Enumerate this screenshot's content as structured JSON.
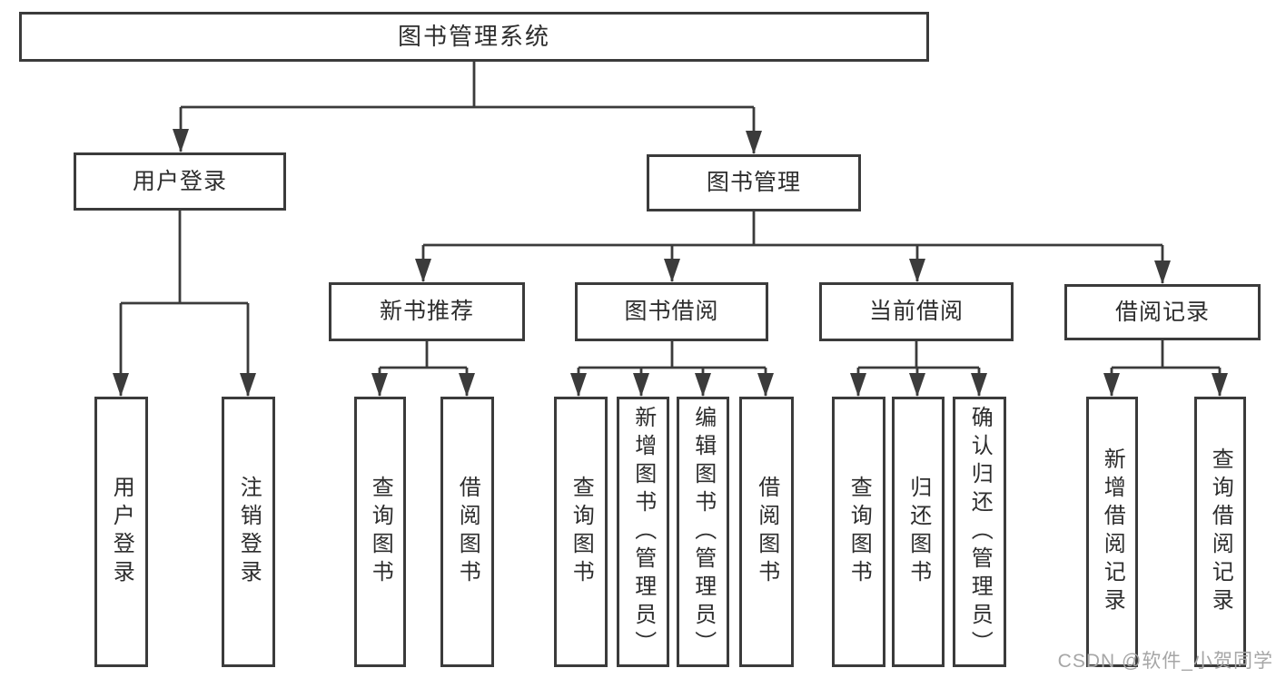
{
  "diagram": {
    "root": {
      "label": "图书管理系统",
      "children": [
        {
          "label": "用户登录",
          "children": [
            {
              "label": "用户登录"
            },
            {
              "label": "注销登录"
            }
          ]
        },
        {
          "label": "图书管理",
          "children": [
            {
              "label": "新书推荐",
              "children": [
                {
                  "label": "查询图书"
                },
                {
                  "label": "借阅图书"
                }
              ]
            },
            {
              "label": "图书借阅",
              "children": [
                {
                  "label": "查询图书"
                },
                {
                  "label": "新增图书（管理员）"
                },
                {
                  "label": "编辑图书（管理员）"
                },
                {
                  "label": "借阅图书"
                }
              ]
            },
            {
              "label": "当前借阅",
              "children": [
                {
                  "label": "查询图书"
                },
                {
                  "label": "归还图书"
                },
                {
                  "label": "确认归还（管理员）"
                }
              ]
            },
            {
              "label": "借阅记录",
              "children": [
                {
                  "label": "新增借阅记录"
                },
                {
                  "label": "查询借阅记录"
                }
              ]
            }
          ]
        }
      ]
    }
  },
  "watermark": {
    "text": "CSDN @软件_小贺同学"
  },
  "colors": {
    "line": "#3b3b3b",
    "text": "#2d2d2d",
    "watermark": "#a6a6a6",
    "background": "#ffffff"
  }
}
